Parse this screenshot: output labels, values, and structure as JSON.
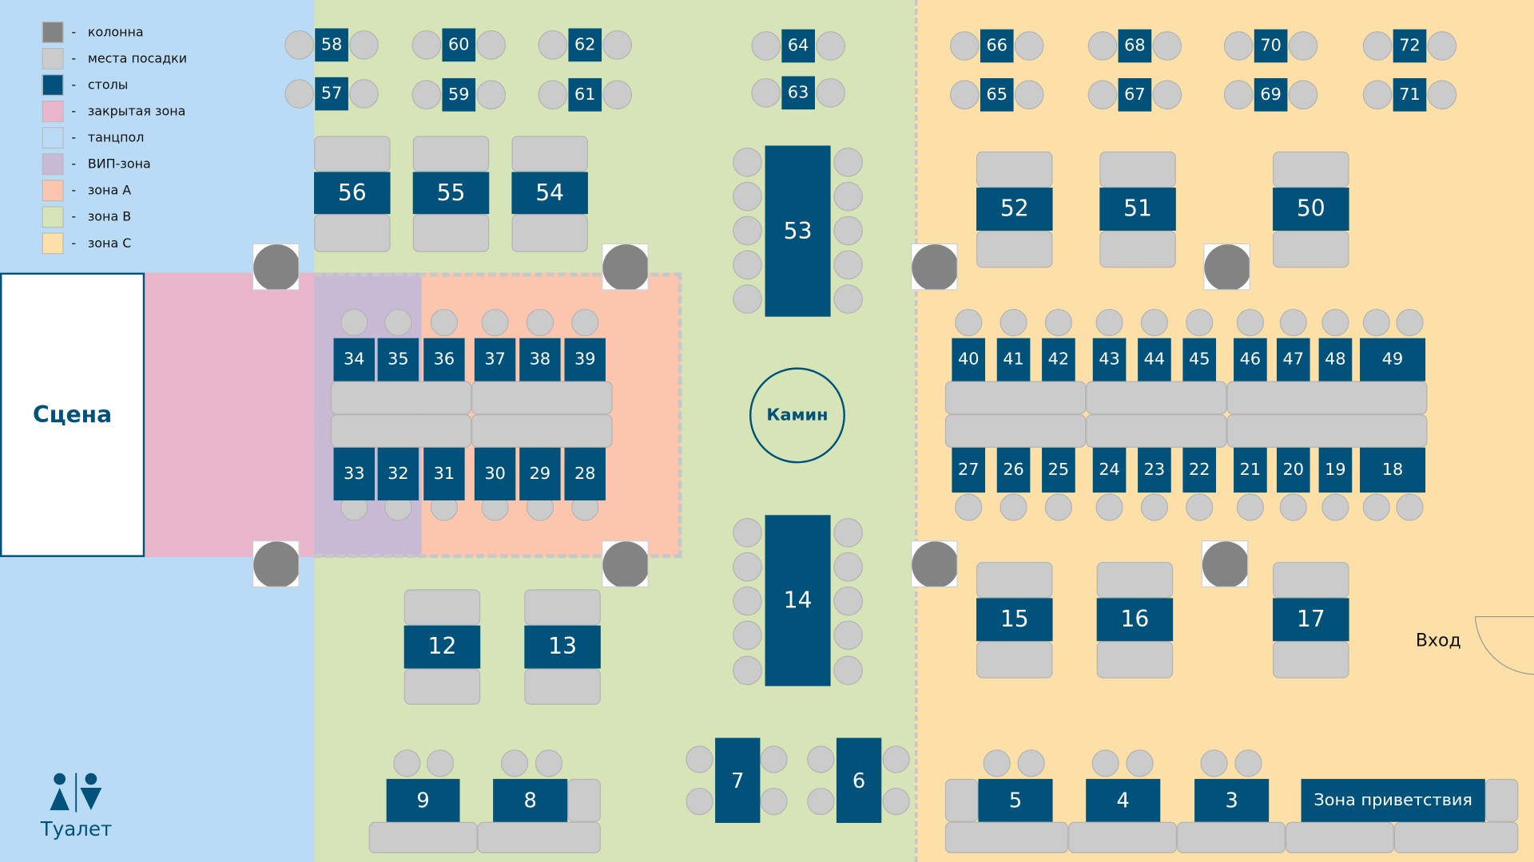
{
  "legend": [
    {
      "label": "колонна",
      "color": "#838383"
    },
    {
      "label": "места посадки",
      "color": "#cbcbcb"
    },
    {
      "label": "столы",
      "color": "#00527a"
    },
    {
      "label": "закрытая зона",
      "color": "#e8b5cb"
    },
    {
      "label": "танцпол",
      "color": "#b9dbf5"
    },
    {
      "label": "ВИП-зона",
      "color": "#c8b9d5"
    },
    {
      "label": "зона А",
      "color": "#fbc5ae"
    },
    {
      "label": "зона В",
      "color": "#d6e4b8"
    },
    {
      "label": "зона С",
      "color": "#fde0a8"
    }
  ],
  "legend_dash": "-",
  "stage": "Сцена",
  "fireplace": "Камин",
  "entrance": "Вход",
  "toilet": "Туалет",
  "welcome": "Зона приветствия",
  "colors": {
    "table": "#00527a",
    "seat": "#cbcbcb",
    "column": "#838383",
    "closed": "#e8b5cb",
    "vip": "#c8b9d5",
    "zoneA": "#fbc5ae",
    "zoneB": "#d6e4b8",
    "zoneC": "#fde0a8",
    "dance": "#b9dbf5"
  },
  "tables": {
    "3": "3",
    "4": "4",
    "5": "5",
    "6": "6",
    "7": "7",
    "8": "8",
    "9": "9",
    "12": "12",
    "13": "13",
    "14": "14",
    "15": "15",
    "16": "16",
    "17": "17",
    "18": "18",
    "19": "19",
    "20": "20",
    "21": "21",
    "22": "22",
    "23": "23",
    "24": "24",
    "25": "25",
    "26": "26",
    "27": "27",
    "28": "28",
    "29": "29",
    "30": "30",
    "31": "31",
    "32": "32",
    "33": "33",
    "34": "34",
    "35": "35",
    "36": "36",
    "37": "37",
    "38": "38",
    "39": "39",
    "40": "40",
    "41": "41",
    "42": "42",
    "43": "43",
    "44": "44",
    "45": "45",
    "46": "46",
    "47": "47",
    "48": "48",
    "49": "49",
    "50": "50",
    "51": "51",
    "52": "52",
    "53": "53",
    "54": "54",
    "55": "55",
    "56": "56",
    "57": "57",
    "58": "58",
    "59": "59",
    "60": "60",
    "61": "61",
    "62": "62",
    "63": "63",
    "64": "64",
    "65": "65",
    "66": "66",
    "67": "67",
    "68": "68",
    "69": "69",
    "70": "70",
    "71": "71",
    "72": "72"
  }
}
